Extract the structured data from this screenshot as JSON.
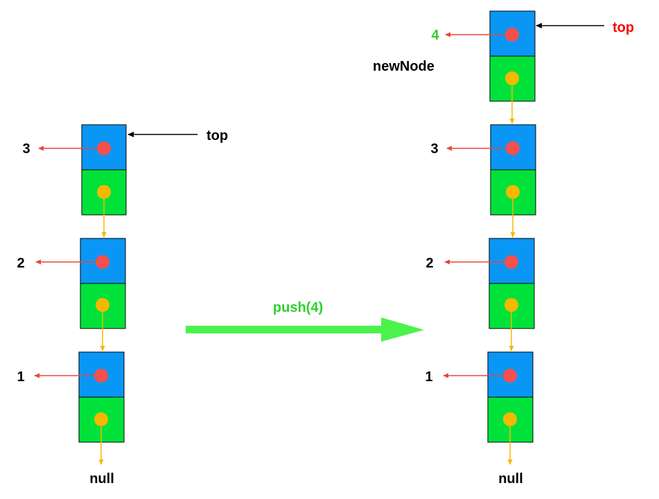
{
  "colors": {
    "value_box": "#0a96f5",
    "next_box": "#00e23a",
    "value_dot": "#f4504e",
    "next_dot": "#f5b800",
    "value_arrow": "#e8453c",
    "next_arrow": "#f5b800",
    "push_arrow": "#4cf24c",
    "push_label": "#2ed12e",
    "new_value_label": "#2ed12e",
    "new_top_label": "#ff0000",
    "text": "#000000"
  },
  "before": {
    "nodes": [
      {
        "value": "3"
      },
      {
        "value": "2"
      },
      {
        "value": "1"
      }
    ],
    "top_label": "top",
    "tail_label": "null"
  },
  "operation": {
    "label": "push(4)"
  },
  "after": {
    "nodes": [
      {
        "value": "4"
      },
      {
        "value": "3"
      },
      {
        "value": "2"
      },
      {
        "value": "1"
      }
    ],
    "top_label": "top",
    "new_node_label": "newNode",
    "tail_label": "null"
  }
}
